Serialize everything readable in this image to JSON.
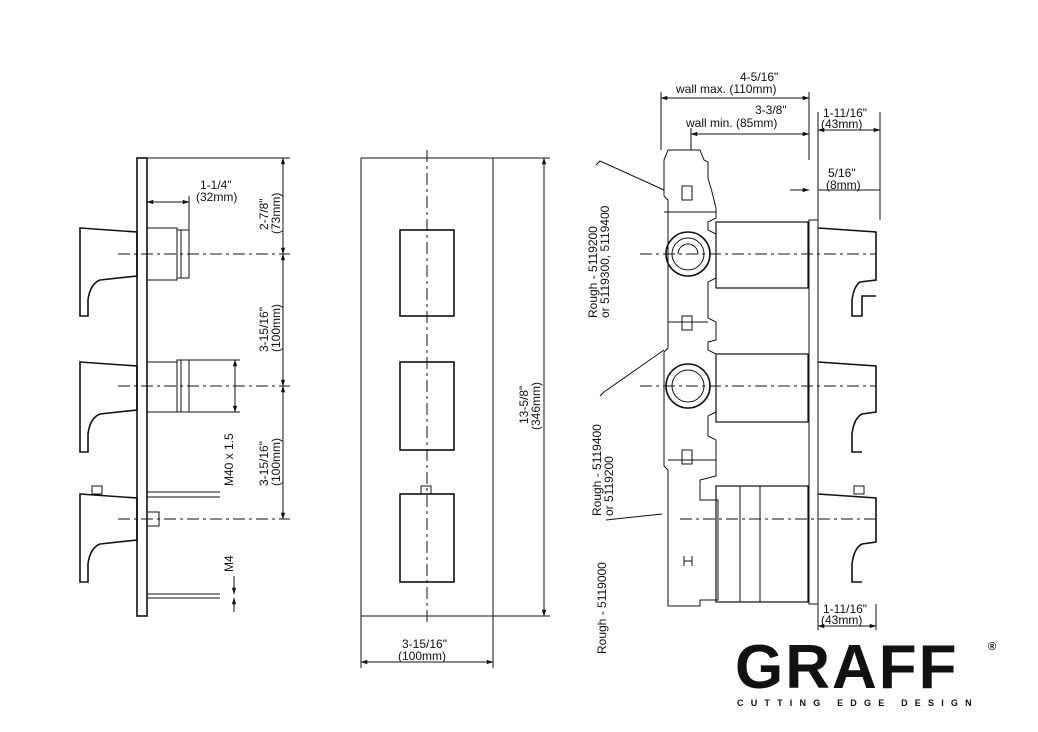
{
  "dimensions": {
    "side_depth": "1-1/4\"",
    "side_depth_mm": "(32mm)",
    "top_offset": "2-7/8\"",
    "top_offset_mm": "(73mm)",
    "spacing_1": "3-15/16\"",
    "spacing_1_mm": "(100mm)",
    "spacing_2": "3-15/16\"",
    "spacing_2_mm": "(100mm)",
    "thread": "M40 x 1.5",
    "screw": "M4",
    "height": "13-5/8\"",
    "height_mm": "(346mm)",
    "width": "3-15/16\"",
    "width_mm": "(100mm)",
    "wall_max": "4-5/16\"",
    "wall_max_label": "wall max. (110mm)",
    "wall_min": "3-3/8\"",
    "wall_min_label": "wall min. (85mm)",
    "trim_depth_top": "1-11/16\"",
    "trim_depth_top_mm": "(43mm)",
    "plate": "5/16\"",
    "plate_mm": "(8mm)",
    "trim_depth_bottom": "1-11/16\"",
    "trim_depth_bottom_mm": "(43mm)"
  },
  "rough_labels": {
    "top_line1": "Rough - 5119200",
    "top_line2": "or 5119300, 5119400",
    "mid_line1": "Rough - 5119400",
    "mid_line2": "or 5119200",
    "bottom": "Rough - 5119000"
  },
  "logo": {
    "brand": "GRAFF",
    "tagline": "CUTTING EDGE DESIGN",
    "registered": "®"
  }
}
